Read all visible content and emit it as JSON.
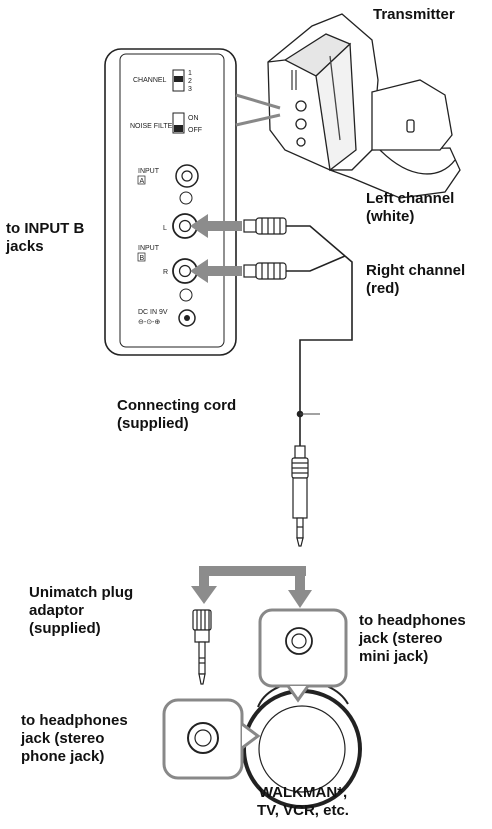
{
  "labels": {
    "transmitter": "Transmitter",
    "left_channel": "Left channel\n(white)",
    "right_channel": "Right channel\n(red)",
    "to_input_b": "to INPUT B\njacks",
    "connecting_cord": "Connecting cord\n(supplied)",
    "unimatch": "Unimatch plug\nadaptor\n(supplied)",
    "to_headphones_mini": "to headphones\njack (stereo\nmini jack)",
    "to_headphones_phone": "to headphones\njack (stereo\nphone jack)",
    "walkman": "WALKMAN*,\nTV, VCR, etc."
  },
  "panel": {
    "channel": "CHANNEL",
    "ch1": "1",
    "ch2": "2",
    "ch3": "3",
    "noise_filter": "NOISE FILTER",
    "on": "ON",
    "off": "OFF",
    "input": "INPUT",
    "a": "A",
    "b": "B",
    "l": "L",
    "r": "R",
    "dc_in": "DC IN 9V"
  },
  "colors": {
    "line": "#222222",
    "arrow": "#8c8c8c",
    "callout_fill": "#ffffff"
  }
}
